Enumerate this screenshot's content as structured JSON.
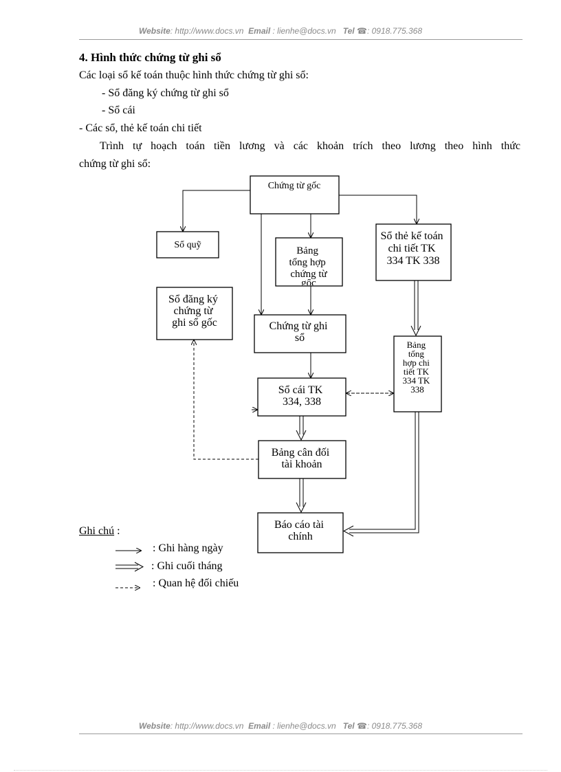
{
  "header": {
    "website_label": "Website",
    "website_value": ": http://www.docs.vn",
    "email_label": "Email",
    "email_value": " : lienhe@docs.vn",
    "tel_label": "Tel",
    "tel_value": ": 0918.775.368"
  },
  "body": {
    "heading": "4. Hình thức chứng từ ghi sổ",
    "intro": "Các loại sổ kế toán thuộc hình thức chứng từ ghi sổ:",
    "items": [
      "-  Sổ đăng ký chứng từ ghi sổ",
      "- Sổ cái"
    ],
    "detail_line": "- Các sổ, thẻ kế toán chi tiết",
    "para_line1": "Trình tự hoạch toán tiền lương  và các khoản trích theo lương  theo hình thức",
    "para_line2": "chứng từ ghi sổ:"
  },
  "diagram": {
    "chung_tu_goc": "Chứng từ gốc",
    "so_quy": "Sổ quỹ",
    "bang_tong_hop": [
      "Bảng",
      "tổng hợp",
      "chứng từ",
      "gốc"
    ],
    "so_the_ke_toan": [
      "Sổ thẻ kế toán",
      "chi tiết TK",
      "334 TK 338"
    ],
    "so_dang_ky": [
      "Sổ đăng ký",
      "chứng từ",
      "ghi sổ gốc"
    ],
    "chung_tu_ghi_so": [
      "Chứng từ ghi",
      "sổ"
    ],
    "bang_tong_hop_chi_tiet": [
      "Bảng",
      "tổng",
      "hợp chi",
      "tiết TK",
      "334 TK",
      "338"
    ],
    "so_cai": [
      "Sổ cái TK",
      "334, 338"
    ],
    "bang_can_doi": [
      "Bảng cân đối",
      "tài khoản"
    ],
    "bao_cao": [
      "Báo cáo tài",
      "chính"
    ]
  },
  "legend": {
    "title": "Ghi chú",
    "title_suffix": " :",
    "daily": ": Ghi hàng ngày",
    "month_end": ": Ghi cuối tháng",
    "reconcile": ": Quan hệ đối chiếu"
  },
  "footer": {
    "website_label": "Website",
    "website_value": ": http://www.docs.vn",
    "email_label": "Email",
    "email_value": " : lienhe@docs.vn",
    "tel_label": "Tel",
    "tel_value": ": 0918.775.368"
  }
}
